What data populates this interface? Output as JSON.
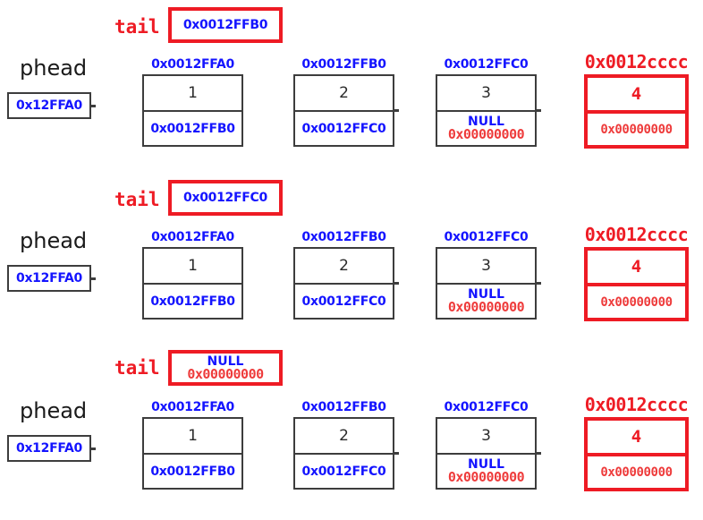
{
  "diagram": {
    "title": "Linked list tail pointer states",
    "colors": {
      "blue": "#1414ff",
      "red": "#ee1b24",
      "red_light": "#ee3b3b",
      "dark": "#3d3d3d",
      "black": "#2a2a2a",
      "background": "#ffffff"
    }
  },
  "rows": [
    {
      "id": "state-1",
      "phead": {
        "label": "phead",
        "value": "0x12FFA0"
      },
      "tail": {
        "label": "tail",
        "value": "0x0012FFB0",
        "null_label": "",
        "is_null": false
      },
      "nodes": [
        {
          "address": "0x0012FFA0",
          "data": "1",
          "next": "0x0012FFB0",
          "null_label": "",
          "is_null": false,
          "highlight": false
        },
        {
          "address": "0x0012FFB0",
          "data": "2",
          "next": "0x0012FFC0",
          "null_label": "",
          "is_null": false,
          "highlight": false
        },
        {
          "address": "0x0012FFC0",
          "data": "3",
          "next": "0x00000000",
          "null_label": "NULL",
          "is_null": true,
          "highlight": false
        },
        {
          "address": "0x0012cccc",
          "data": "4",
          "next": "0x00000000",
          "null_label": "",
          "is_null": false,
          "highlight": true
        }
      ]
    },
    {
      "id": "state-2",
      "phead": {
        "label": "phead",
        "value": "0x12FFA0"
      },
      "tail": {
        "label": "tail",
        "value": "0x0012FFC0",
        "null_label": "",
        "is_null": false
      },
      "nodes": [
        {
          "address": "0x0012FFA0",
          "data": "1",
          "next": "0x0012FFB0",
          "null_label": "",
          "is_null": false,
          "highlight": false
        },
        {
          "address": "0x0012FFB0",
          "data": "2",
          "next": "0x0012FFC0",
          "null_label": "",
          "is_null": false,
          "highlight": false
        },
        {
          "address": "0x0012FFC0",
          "data": "3",
          "next": "0x00000000",
          "null_label": "NULL",
          "is_null": true,
          "highlight": false
        },
        {
          "address": "0x0012cccc",
          "data": "4",
          "next": "0x00000000",
          "null_label": "",
          "is_null": false,
          "highlight": true
        }
      ]
    },
    {
      "id": "state-3",
      "phead": {
        "label": "phead",
        "value": "0x12FFA0"
      },
      "tail": {
        "label": "tail",
        "value": "0x00000000",
        "null_label": "NULL",
        "is_null": true
      },
      "nodes": [
        {
          "address": "0x0012FFA0",
          "data": "1",
          "next": "0x0012FFB0",
          "null_label": "",
          "is_null": false,
          "highlight": false
        },
        {
          "address": "0x0012FFB0",
          "data": "2",
          "next": "0x0012FFC0",
          "null_label": "",
          "is_null": false,
          "highlight": false
        },
        {
          "address": "0x0012FFC0",
          "data": "3",
          "next": "0x00000000",
          "null_label": "NULL",
          "is_null": true,
          "highlight": false
        },
        {
          "address": "0x0012cccc",
          "data": "4",
          "next": "0x00000000",
          "null_label": "",
          "is_null": false,
          "highlight": true
        }
      ]
    }
  ]
}
